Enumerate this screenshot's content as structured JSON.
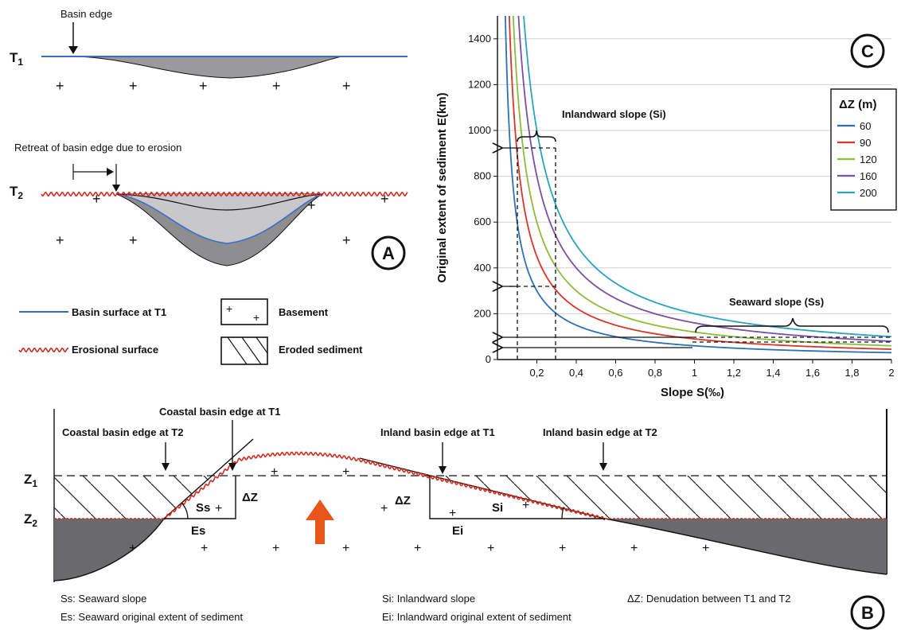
{
  "panel_a": {
    "badge": "A",
    "basin_edge": "Basin edge",
    "t1": "T",
    "t1_sub": "1",
    "t2": "T",
    "t2_sub": "2",
    "retreat": "Retreat of basin edge due to erosion",
    "basement_mark": "+"
  },
  "legend": {
    "basin_surface": "Basin surface at T1",
    "erosional": "Erosional surface",
    "basement": "Basement",
    "eroded": "Eroded sediment",
    "colors": {
      "basin_surface": "#3a6fc9",
      "erosional": "#d22b1f",
      "sediment": "#8e8e90",
      "eroded_fill": "#c8c8ca"
    }
  },
  "panel_c": {
    "badge": "C",
    "legend_title": "ΔZ (m)",
    "inland_label": "Inlandward slope (Si)",
    "seaward_label": "Seaward slope (Ss)"
  },
  "chart_data": {
    "type": "line",
    "xlabel": "Slope S(‰)",
    "ylabel": "Original extent of sediment E(km)",
    "xlim": [
      0,
      2
    ],
    "ylim": [
      0,
      1500
    ],
    "xticks": [
      "0,2",
      "0,4",
      "0,6",
      "0,8",
      "1",
      "1,2",
      "1,4",
      "1,6",
      "1,8",
      "2"
    ],
    "xtick_values": [
      0.2,
      0.4,
      0.6,
      0.8,
      1.0,
      1.2,
      1.4,
      1.6,
      1.8,
      2.0
    ],
    "yticks": [
      "0",
      "200",
      "400",
      "600",
      "800",
      "1000",
      "1200",
      "1400"
    ],
    "ytick_values": [
      0,
      200,
      400,
      600,
      800,
      1000,
      1200,
      1400
    ],
    "grid": true,
    "legend_position": "top-right",
    "relation": "E = ΔZ / S",
    "series": [
      {
        "name": "60",
        "dz": 60,
        "color": "#2e6fb5"
      },
      {
        "name": "90",
        "dz": 90,
        "color": "#d8352a"
      },
      {
        "name": "120",
        "dz": 120,
        "color": "#8dbb3c"
      },
      {
        "name": "160",
        "dz": 160,
        "color": "#7b4fa3"
      },
      {
        "name": "200",
        "dz": 200,
        "color": "#2aa3c0"
      }
    ]
  },
  "panel_b": {
    "badge": "B",
    "coastal_t1": "Coastal basin edge at T1",
    "coastal_t2": "Coastal basin edge at T2",
    "inland_t1": "Inland basin edge at T1",
    "inland_t2": "Inland basin edge at T2",
    "z1": "Z",
    "z1_sub": "1",
    "z2": "Z",
    "z2_sub": "2",
    "ss": "Ss",
    "si": "Si",
    "es": "Es",
    "ei": "Ei",
    "dz": "ΔZ",
    "note_ss": "Ss: Seaward slope",
    "note_es": "Es: Seaward original extent of sediment",
    "note_si": "Si: Inlandward slope",
    "note_ei": "Ei: Inlandward original extent of sediment",
    "note_dz": "ΔZ: Denudation between T1 and T2",
    "uplift_color": "#e8561c"
  }
}
